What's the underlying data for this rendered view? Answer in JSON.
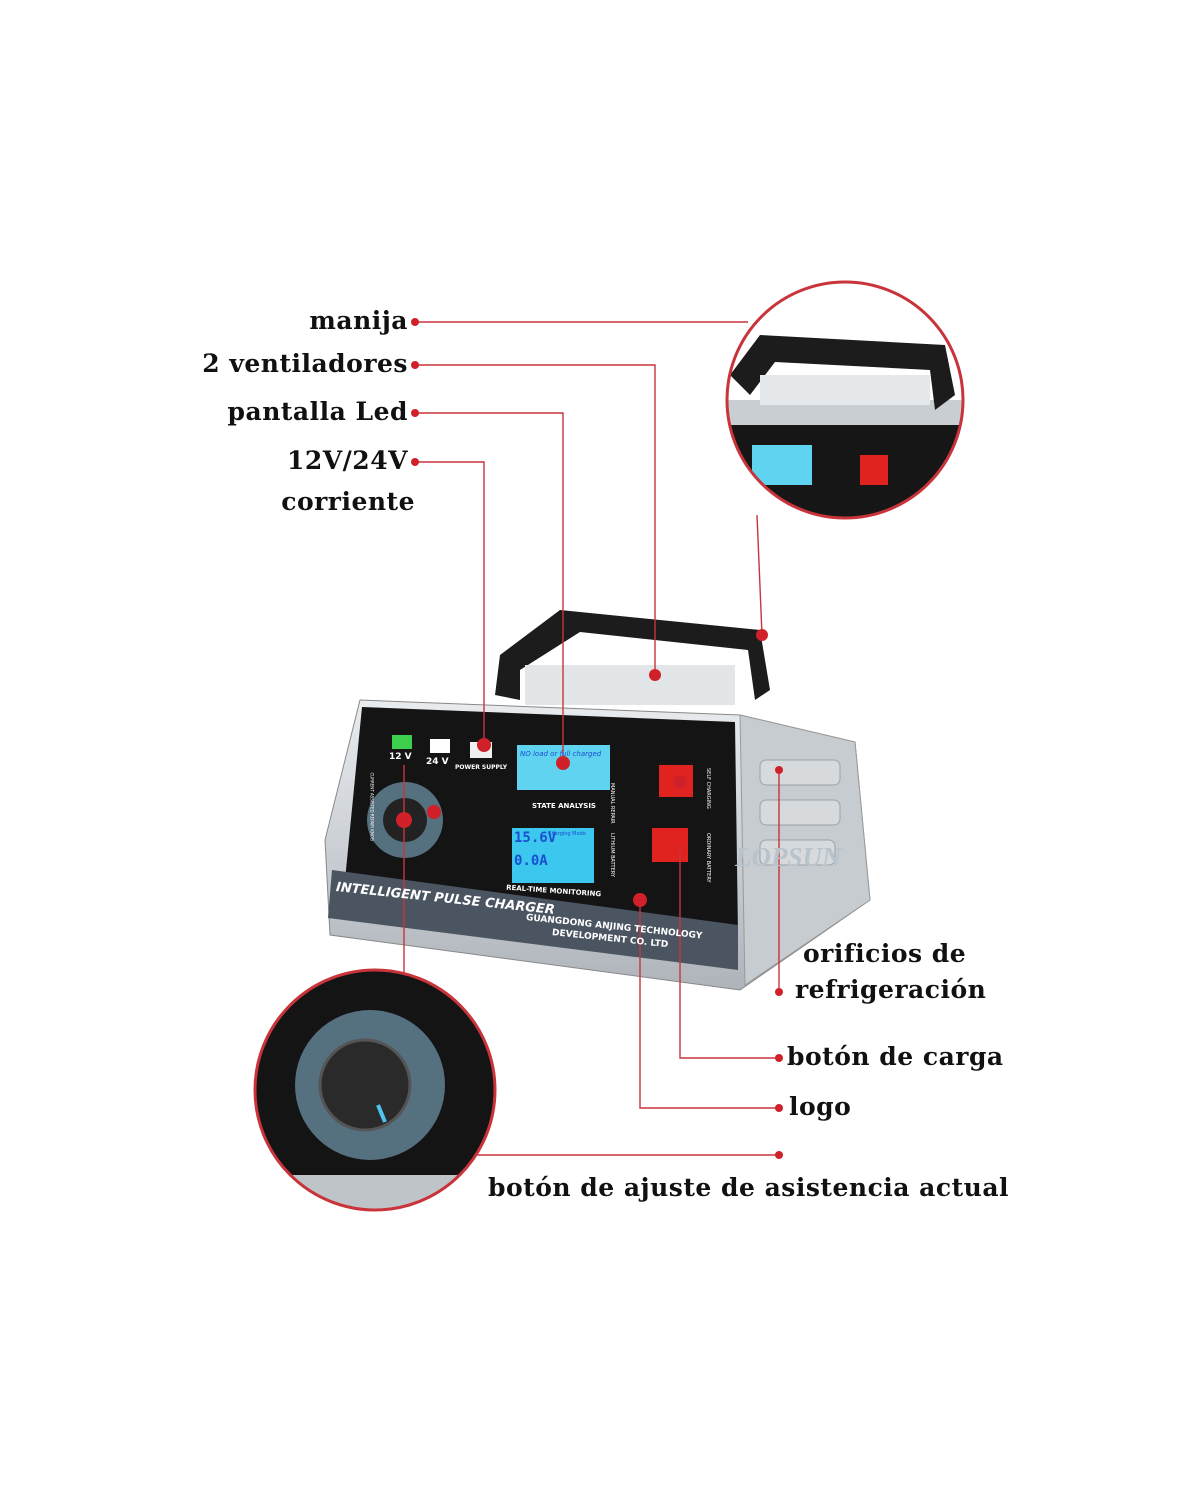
{
  "callouts": {
    "handle": "manija",
    "fans": "2 ventiladores",
    "led_screen": "pantalla Led",
    "voltage_line1": "12V/24V",
    "voltage_line2": "corriente",
    "cooling_line1": "orificios de",
    "cooling_line2": "refrigeración",
    "charge_button": "botón de carga",
    "logo": "logo",
    "assist_knob": "botón de ajuste de asistencia actual"
  },
  "device": {
    "led_12v": "12 V",
    "led_24v": "24 V",
    "power_supply": "POWER SUPPLY",
    "state_screen_text": "NO load or full charged",
    "state_analysis": "STATE ANALYSIS",
    "voltage_reading": "15.6V",
    "current_reading": "0.0A",
    "charging_mode": "Charging Mode",
    "real_time": "REAL-TIME MONITORING",
    "brand_strip": "INTELLIGENT PULSE CHARGER",
    "maker_line1": "GUANGDONG ANJING TECHNOLOGY",
    "maker_line2": "DEVELOPMENT CO. LTD",
    "switch1_top": "MANUAL REPAIR",
    "switch1_side": "SELF CHARGING",
    "switch2_top": "LITHIUM BATTERY",
    "switch2_side": "ORDINARY BATTERY",
    "knob_label": "CURRENT ASSISTED REPAIR KNOB"
  },
  "watermark": "LOPSUN",
  "colors": {
    "accent": "#d0212b",
    "panel": "#141414",
    "lcd": "#5fd3f0",
    "led_green": "#3ccf4e",
    "switch": "#e0231f"
  }
}
